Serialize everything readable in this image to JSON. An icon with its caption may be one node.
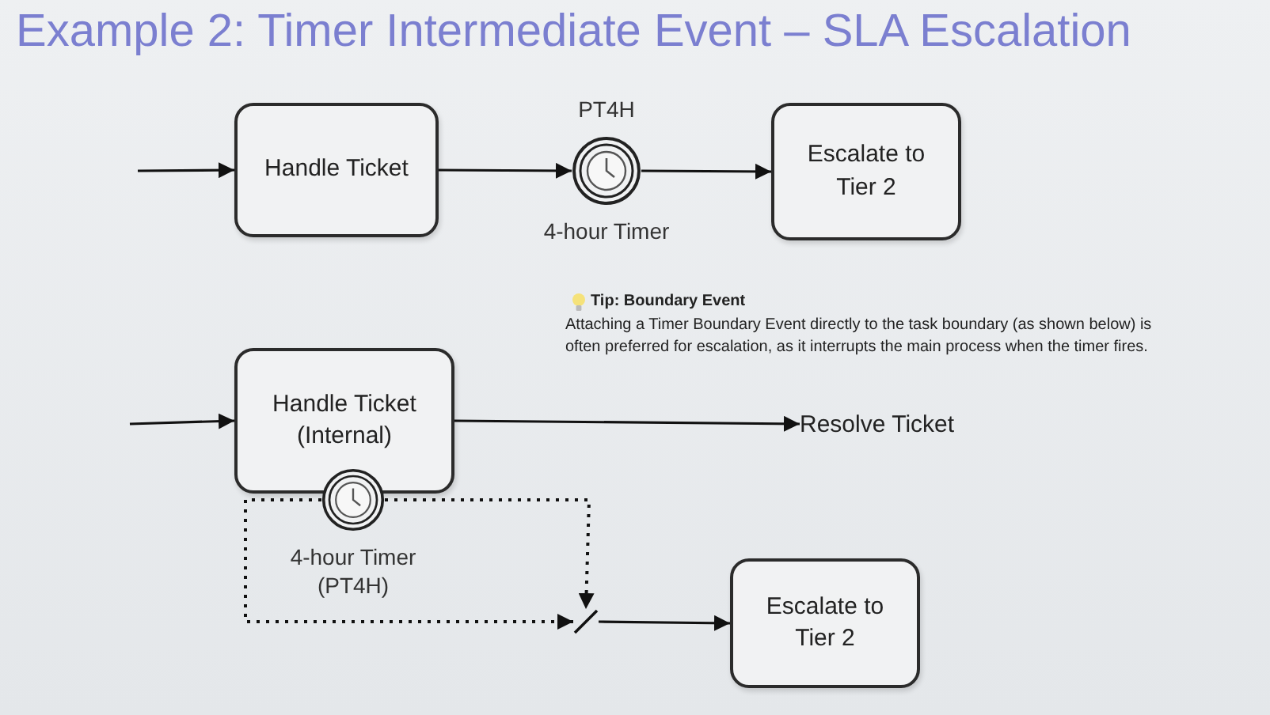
{
  "diagram": {
    "title": "Example 2: Timer Intermediate Event – SLA Escalation",
    "nodes": [
      {
        "text": [
          "Handle Ticket"
        ]
      },
      {
        "text": [],
        "shape": "circle",
        "beside": [
          "PT4H",
          "4-hour Timer"
        ]
      },
      {
        "text": [
          "Escalate to Tier 2"
        ]
      },
      {
        "text": [
          "Handle Ticket (Internal)"
        ]
      },
      {
        "text": [],
        "shape": "circle",
        "beside": [
          "4-hour Timer (PT4H)"
        ]
      },
      {
        "text": [
          "Resolve Ticket"
        ]
      },
      {
        "text": [],
        "shape": "bar"
      },
      {
        "text": [
          "Escalate to Tier 2"
        ]
      }
    ],
    "edges": [
      {
        "from": null,
        "to": 0,
        "arrow": "to"
      },
      {
        "from": 0,
        "to": 1,
        "arrow": "to"
      },
      {
        "from": 1,
        "to": 2,
        "arrow": "to"
      },
      {
        "from": null,
        "to": 3,
        "arrow": "to"
      },
      {
        "from": 3,
        "to": 5,
        "arrow": "to"
      },
      {
        "from": 4,
        "to": 6,
        "arrow": "to",
        "style": "dashed"
      },
      {
        "from": 4,
        "to": 6,
        "arrow": "to",
        "style": "dashed"
      },
      {
        "from": 6,
        "to": 7,
        "arrow": "to"
      }
    ],
    "labels": [
      "Tip: Boundary Event",
      "Attaching a Timer Boundary Event directly to the task boundary (as shown below) is often preferred for escalation, as it interrupts the main process when the timer fires."
    ]
  }
}
